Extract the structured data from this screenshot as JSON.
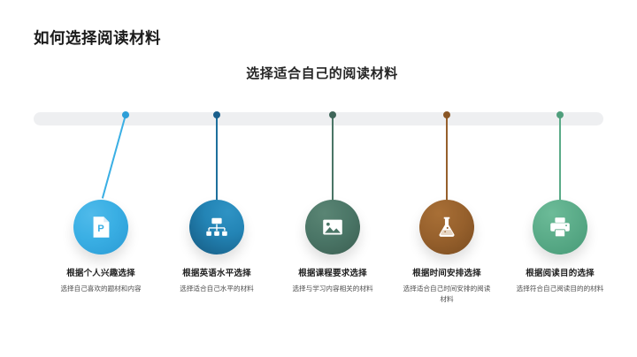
{
  "slide": {
    "title": "如何选择阅读材料",
    "subtitle": "选择适合自己的阅读材料",
    "background_color": "#ffffff",
    "rail_color": "#eeeff1"
  },
  "nodes": [
    {
      "label": "根据个人兴趣选择",
      "desc": "选择自己喜欢的题材和内容",
      "icon": "file-presentation-icon",
      "color": "#3aafe4",
      "color_dark": "#2a95d0"
    },
    {
      "label": "根据英语水平选择",
      "desc": "选择适合自己水平的材料",
      "icon": "sitemap-hierarchy-icon",
      "color": "#2384b5",
      "color_dark": "#14567f"
    },
    {
      "label": "根据课程要求选择",
      "desc": "选择与学习内容相关的材料",
      "icon": "image-photo-icon",
      "color": "#4a7566",
      "color_dark": "#3a5f52"
    },
    {
      "label": "根据时间安排选择",
      "desc": "选择适合自己时间安排的阅读材料",
      "icon": "flask-beaker-icon",
      "color": "#96602c",
      "color_dark": "#7a4c20"
    },
    {
      "label": "根据阅读目的选择",
      "desc": "选择符合自己阅读目的的材料",
      "icon": "printer-icon",
      "color": "#5aab88",
      "color_dark": "#499druh"
    }
  ]
}
